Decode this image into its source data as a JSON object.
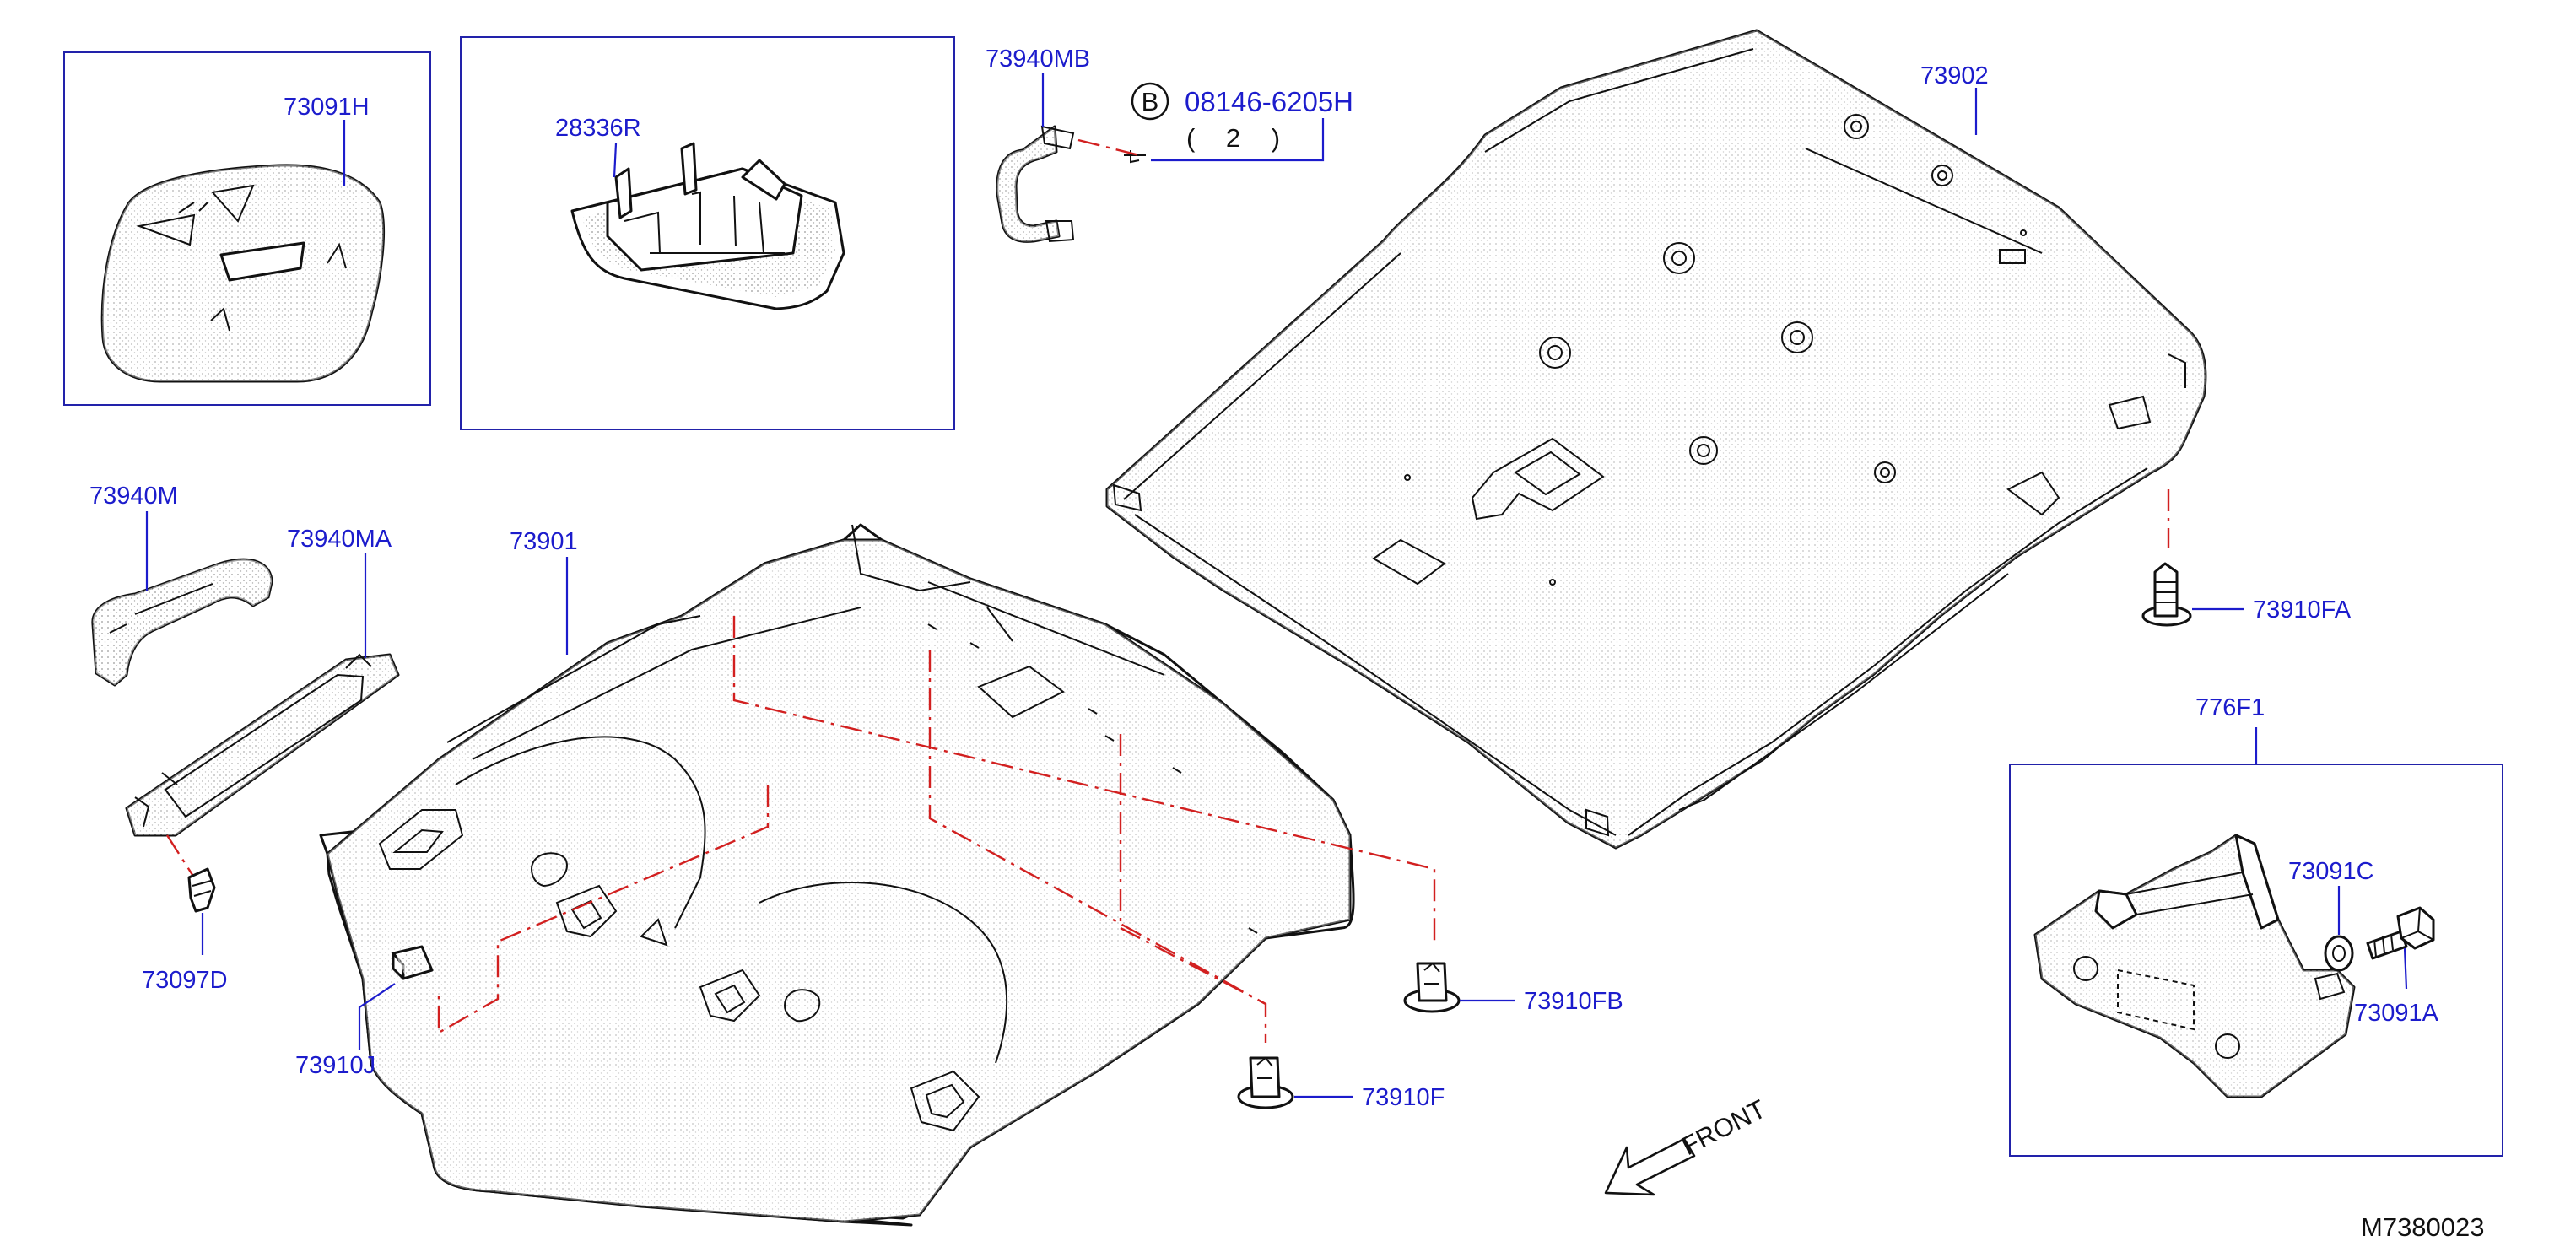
{
  "diagram_code": "M7380023",
  "front_label": "FRONT",
  "callout": {
    "letter": "B",
    "part_number": "08146-6205H",
    "quantity": "( 2 )"
  },
  "parts": [
    {
      "id": "73091H"
    },
    {
      "id": "28336R"
    },
    {
      "id": "73940MB"
    },
    {
      "id": "73902"
    },
    {
      "id": "73940M"
    },
    {
      "id": "73940MA"
    },
    {
      "id": "73901"
    },
    {
      "id": "73910FA"
    },
    {
      "id": "776F1"
    },
    {
      "id": "73091C"
    },
    {
      "id": "73091A"
    },
    {
      "id": "73097D"
    },
    {
      "id": "73910J"
    },
    {
      "id": "73910FB"
    },
    {
      "id": "73910F"
    }
  ],
  "colors": {
    "label": "#1c1ccc",
    "frame": "#2222aa",
    "dash": "#d22020",
    "line": "#111111"
  }
}
